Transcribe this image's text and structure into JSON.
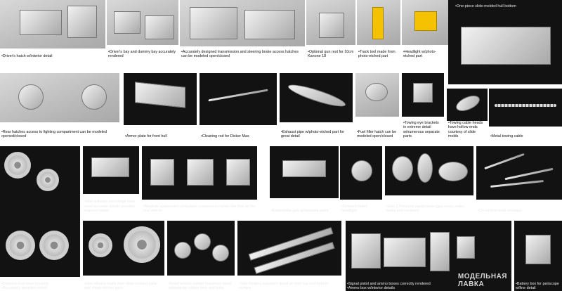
{
  "captions": {
    "c1": "•Driver's hatch w/interior detail",
    "c2": "•Driver's bay and dummy bay accurately rendered",
    "c3": "•Accurately designed transmission and steering brake access hatches can be modeled open/closed",
    "c4": "•Optional gun rest for 10cm Kanone 18",
    "c5": "•Track tool made from photo-etched part",
    "c6": "•Headlight w/photo-etched part",
    "c7": "•One-piece slide-molded hull bottom",
    "c8": "•Rear hatches access to fighting compartment can be modeled opened/closed",
    "c9": "•Armor plate for front hull",
    "c10": "•Cleaning rod for Dicker Max",
    "c11": "•Exhaust pipe w/photo-etched part for great detail",
    "c12": "•Fuel filler hatch can be modeled open/closed",
    "c13": "•Towing eye brackets in extreme detail w/numerous separate parts",
    "c14": "•Towing cable heads have hollow ends courtesy of slide molds",
    "c15": "•Metal towing cable",
    "c16": "•Detailed final drive housing\n•Accurately sprocket wheel",
    "c17": "•Idler adjuster mountings have most accurate details possible w/gears inside",
    "c18": "•Realistic suspension w/multiple components works like that on the real vehicle",
    "c19": "•Extendable jack w/separate parts",
    "c20": "•Detailed Notek headlight",
    "c21": "•Gen 2 Personal equipments (gas mask, water bottle and canteen)",
    "c22": "•On-vehicle tools w/clasps",
    "c23": "•Idler wheels made from slide-molded parts and photo-etched parts",
    "c24": "•Road wheels exhibit maximum detail w/separate rubber tires and hubs",
    "c25": "•Side fenders w/pattern detail on both top and bottom surface",
    "c26": "•Signal pistol and ammo boxes correctly rendered\n•Ammo box w/interior details",
    "c27": "•Battery box for periscope w/fine detail"
  },
  "watermark": {
    "line1": "МОДЕЛЬНАЯ",
    "line2": "ЛАВКА"
  }
}
